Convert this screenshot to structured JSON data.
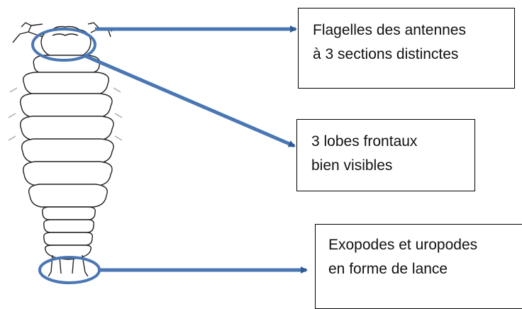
{
  "colors": {
    "highlight": "#4a77b4",
    "highlight_dark": "#2f5a96",
    "outline": "#222222",
    "box_border": "#000000"
  },
  "labels": {
    "antennes": {
      "line1": "Flagelles des antennes",
      "line2": "à 3 sections distinctes"
    },
    "lobes": {
      "line1": "3 lobes frontaux",
      "line2": "bien visibles"
    },
    "exopodes": {
      "line1": "Exopodes et uropodes",
      "line2": "en forme de lance"
    }
  }
}
